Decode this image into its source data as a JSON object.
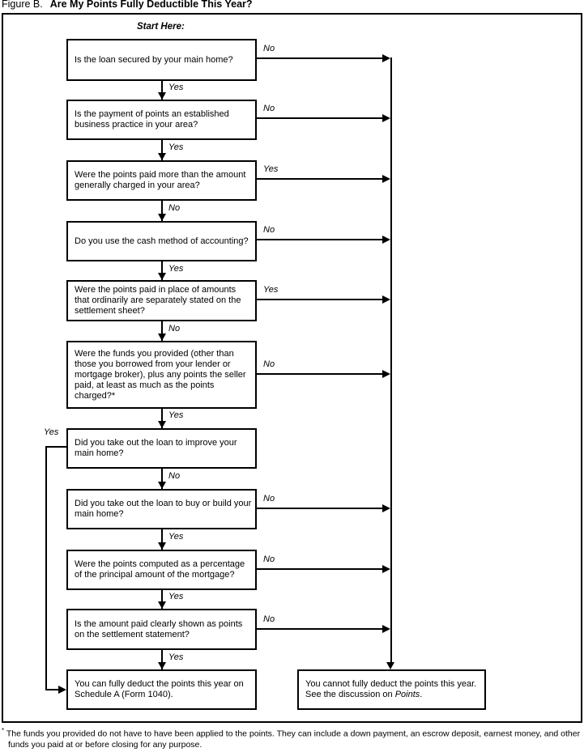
{
  "title": {
    "figure": "Figure B.",
    "main": "Are My Points Fully Deductible This Year?"
  },
  "start_here": "Start Here:",
  "steps": [
    {
      "question": "Is the loan secured by your main home?",
      "down": "Yes",
      "side": "No"
    },
    {
      "question": "Is the payment of points an established business practice in your area?",
      "down": "Yes",
      "side": "No"
    },
    {
      "question": "Were the points paid more than the amount generally charged in your area?",
      "down": "No",
      "side": "Yes"
    },
    {
      "question": "Do you use the cash method of accounting?",
      "down": "Yes",
      "side": "No"
    },
    {
      "question": "Were the points paid in place of amounts that ordinarily are separately stated on the settlement sheet?",
      "down": "No",
      "side": "Yes"
    },
    {
      "question": "Were the funds you provided (other than those you borrowed from your lender or mortgage broker), plus any points the seller paid, at least as much as the points charged?*",
      "down": "Yes",
      "side": "No"
    },
    {
      "question": "Did you take out the loan to improve your main home?",
      "down": "No",
      "side": "Yes"
    },
    {
      "question": "Did you take out the loan to buy or build your main home?",
      "down": "Yes",
      "side": "No"
    },
    {
      "question": "Were the points computed as a percentage of the principal amount of the mortgage?",
      "down": "Yes",
      "side": "No"
    },
    {
      "question": "Is the amount paid clearly shown as points on the settlement statement?",
      "down": "Yes",
      "side": "No"
    }
  ],
  "outcomes": {
    "can_deduct": "You can fully deduct the points this year on Schedule A (Form 1040).",
    "cannot_deduct_before": "You cannot fully deduct the points this year. See the discussion on ",
    "cannot_deduct_term": "Points",
    "cannot_deduct_after": "."
  },
  "footnote": {
    "marker": "*",
    "text": "The funds you provided do not have to have been applied to the points. They can include a down payment, an escrow deposit, earnest money, and other funds you paid at or before closing for any purpose."
  }
}
